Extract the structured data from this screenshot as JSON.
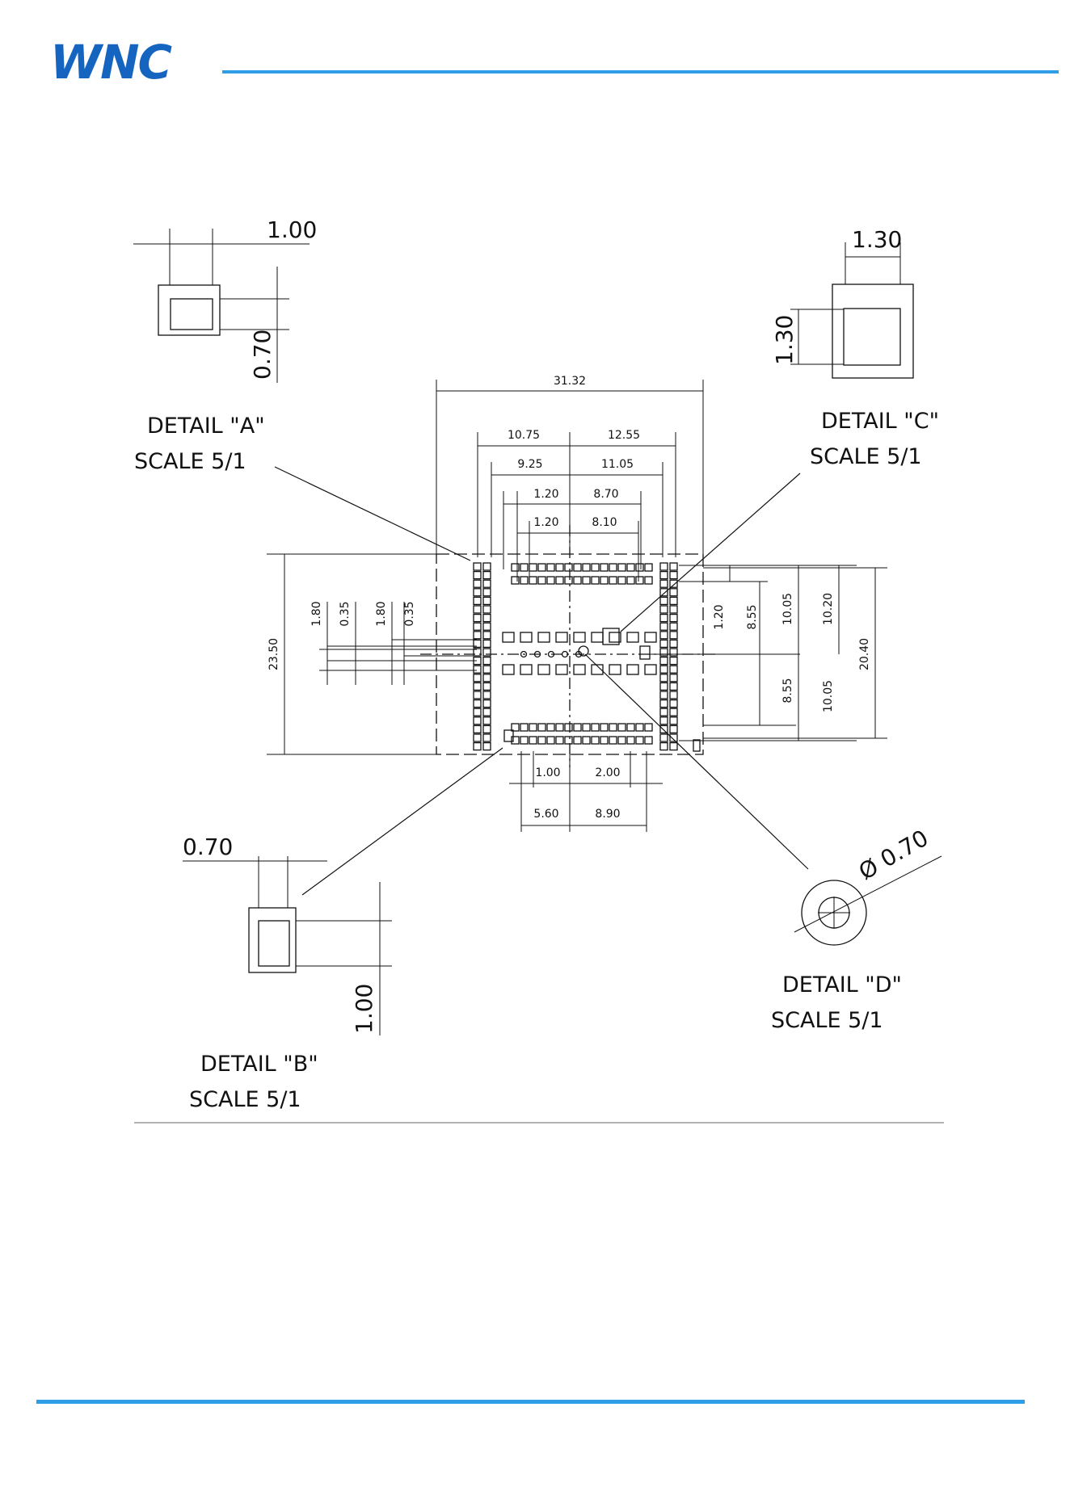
{
  "header": {
    "logo_text": "WNC",
    "brand_color": "#1565c0",
    "rule_color": "#2e9ee6"
  },
  "drawing": {
    "overall": {
      "width": "31.32",
      "height": "23.50",
      "h_right": "20.40",
      "upper_10_20": "10.20",
      "upper_10_05": "10.05",
      "upper_8_55": "8.55",
      "upper_1_20": "1.20",
      "lower_10_05": "10.05",
      "lower_8_55": "8.55"
    },
    "top_dims": {
      "d10_75": "10.75",
      "d12_55": "12.55",
      "d9_25": "9.25",
      "d11_05": "11.05",
      "d1_20a": "1.20",
      "d8_70": "8.70",
      "d1_20b": "1.20",
      "d8_10": "8.10"
    },
    "left_dims": {
      "d1_80a": "1.80",
      "d0_35a": "0.35",
      "d1_80b": "1.80",
      "d0_35b": "0.35"
    },
    "bottom_dims": {
      "d1_00": "1.00",
      "d2_00": "2.00",
      "d5_60": "5.60",
      "d8_90": "8.90"
    },
    "detail_a": {
      "title": "DETAIL \"A\"",
      "scale": "SCALE   5/1",
      "width": "1.00",
      "height": "0.70"
    },
    "detail_b": {
      "title": "DETAIL \"B\"",
      "scale": "SCALE   5/1",
      "width": "0.70",
      "height": "1.00"
    },
    "detail_c": {
      "title": "DETAIL \"C\"",
      "scale": "SCALE   5/1",
      "width": "1.30",
      "height": "1.30"
    },
    "detail_d": {
      "title": "DETAIL \"D\"",
      "scale": "SCALE   5/1",
      "diameter": "Ø 0.70"
    }
  }
}
